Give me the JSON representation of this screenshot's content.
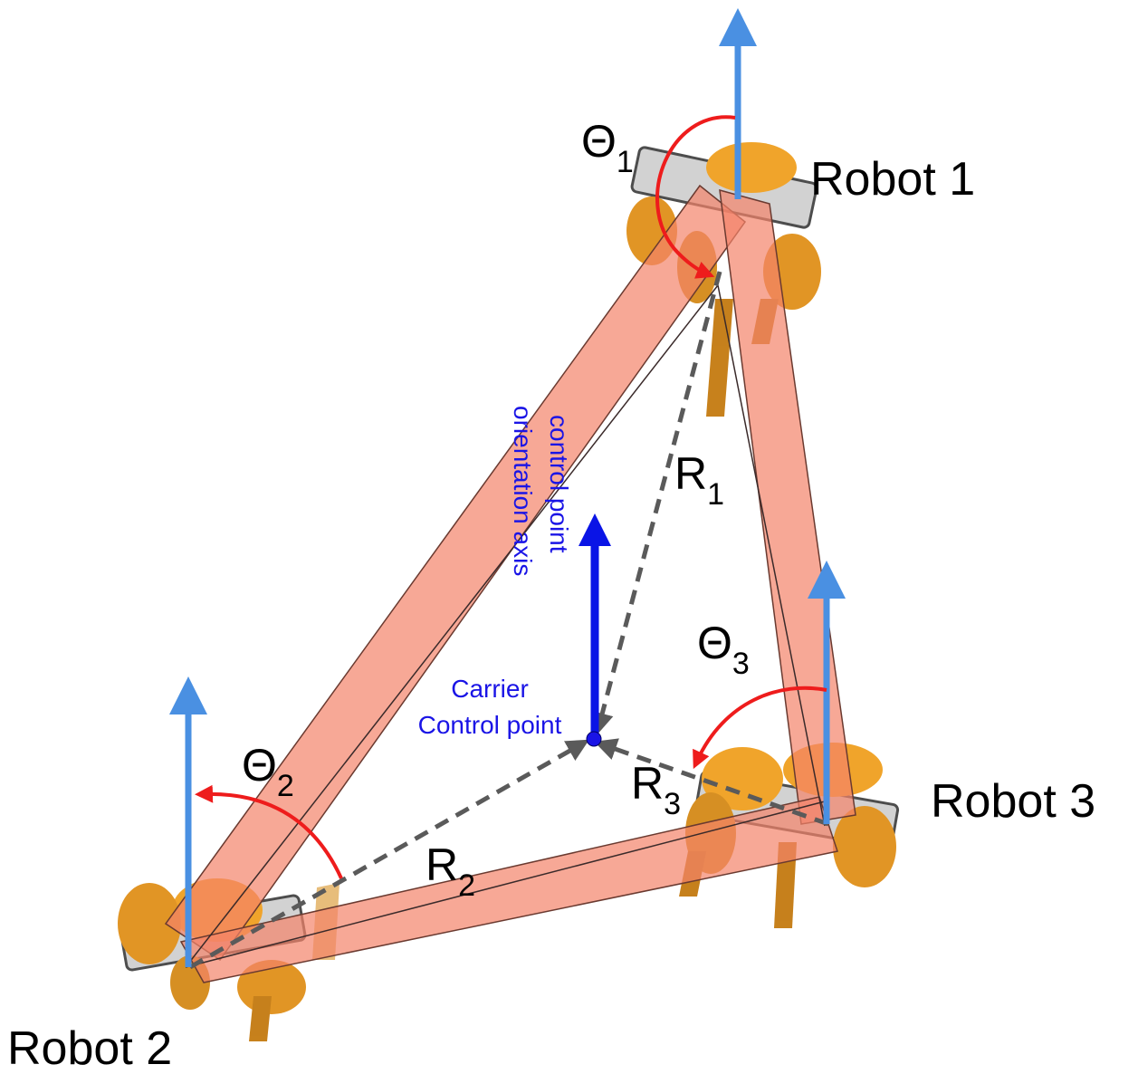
{
  "robots": [
    {
      "label": "Robot 1",
      "angle_symbol": "Θ",
      "angle_index": "1",
      "radius_symbol": "R",
      "radius_index": "1"
    },
    {
      "label": "Robot 2",
      "angle_symbol": "Θ",
      "angle_index": "2",
      "radius_symbol": "R",
      "radius_index": "2"
    },
    {
      "label": "Robot 3",
      "angle_symbol": "Θ",
      "angle_index": "3",
      "radius_symbol": "R",
      "radius_index": "3"
    }
  ],
  "control_point": {
    "line1": "Carrier",
    "line2": "Control point"
  },
  "orientation_axis": {
    "line1": "control point",
    "line2": "orientation axis"
  },
  "colors": {
    "link_fill": "#f4836a",
    "robot_body": "#f0a020",
    "robot_dark": "#b86a00",
    "axis_arrow": "#4a90e2",
    "control_axis": "#0a14e6",
    "angle_arc": "#ee1c1c",
    "radius_line": "#5a5a5a",
    "control_label": "#1a14e6"
  }
}
